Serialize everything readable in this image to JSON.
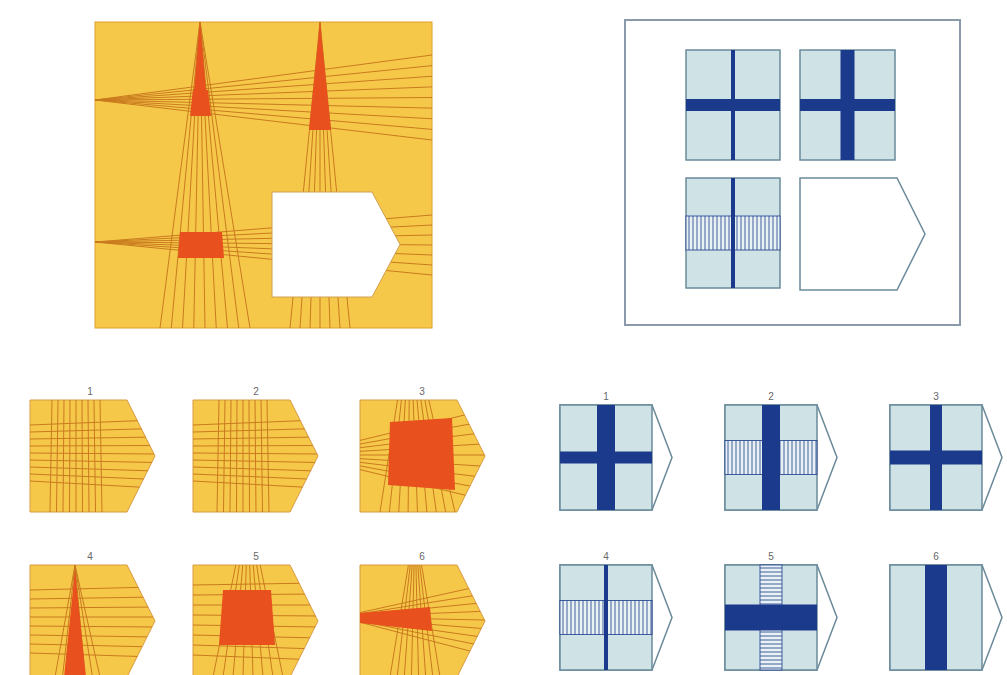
{
  "diagram": {
    "labels": [
      "1",
      "2",
      "3",
      "4",
      "5",
      "6",
      "1",
      "2",
      "3",
      "4",
      "5",
      "6"
    ]
  }
}
